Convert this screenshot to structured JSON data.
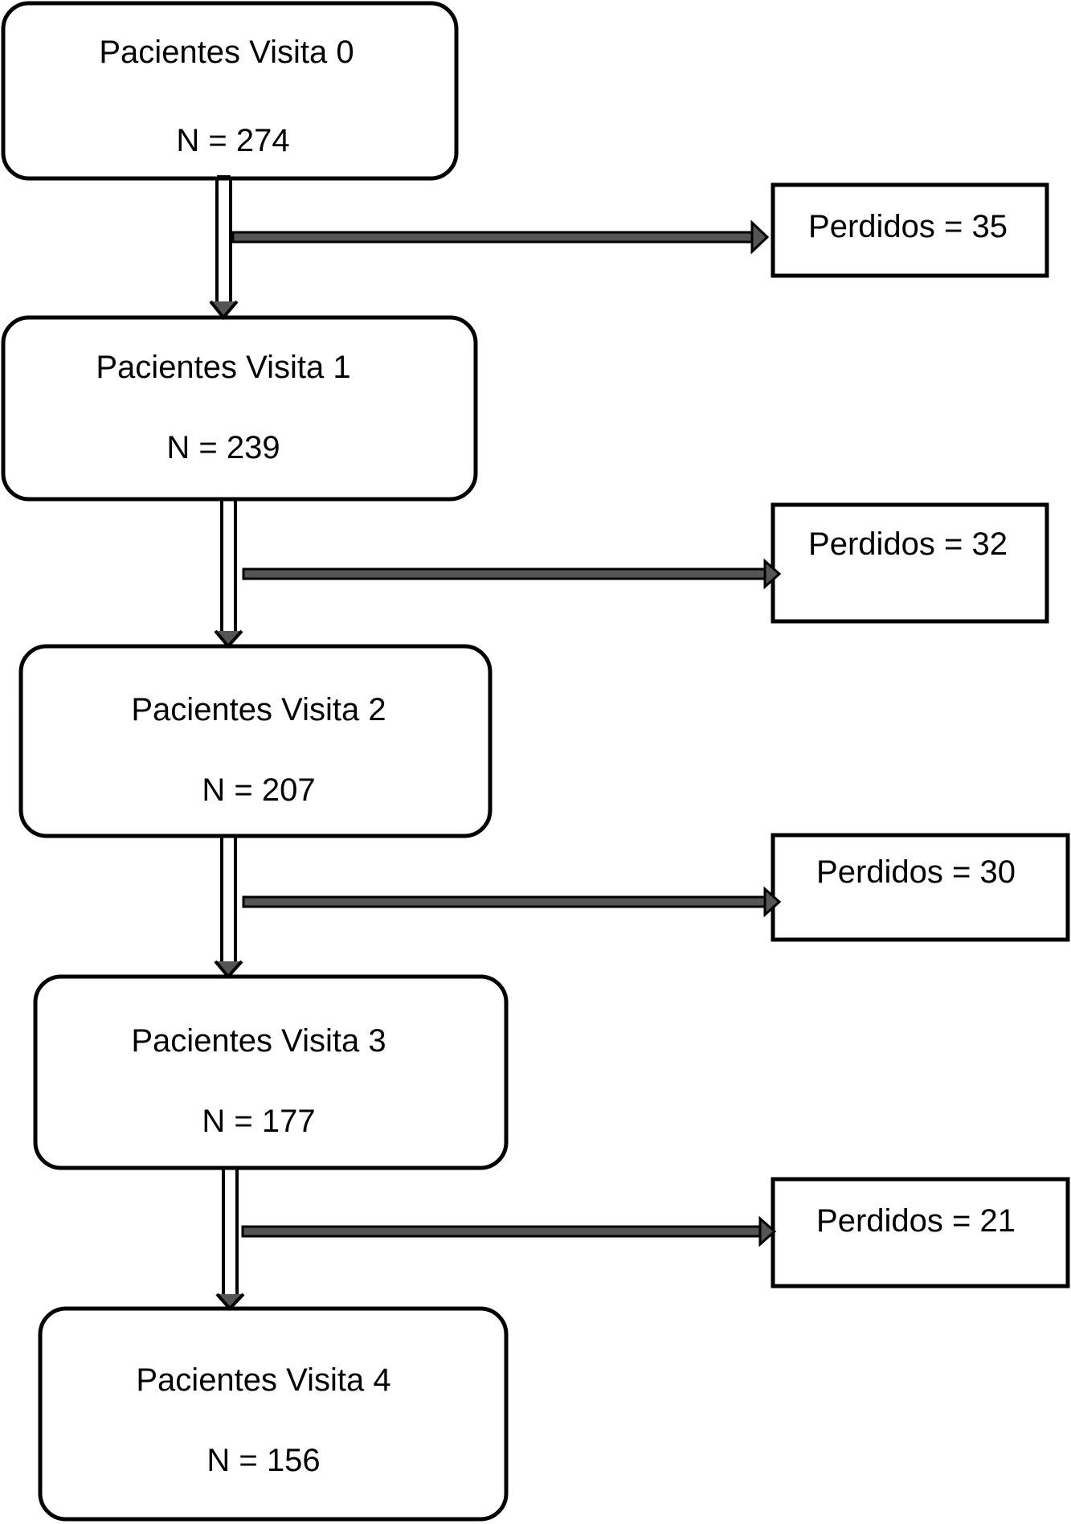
{
  "diagram": {
    "visits": [
      {
        "label": "Pacientes Visita 0",
        "n_text": "N = 274"
      },
      {
        "label": "Pacientes Visita 1",
        "n_text": "N = 239"
      },
      {
        "label": "Pacientes Visita 2",
        "n_text": "N = 207"
      },
      {
        "label": "Pacientes Visita 3",
        "n_text": "N = 177"
      },
      {
        "label": "Pacientes Visita 4",
        "n_text": "N = 156"
      }
    ],
    "losses": [
      {
        "label": "Perdidos = 35"
      },
      {
        "label": "Perdidos = 32"
      },
      {
        "label": "Perdidos = 30"
      },
      {
        "label": "Perdidos = 21"
      }
    ],
    "colors": {
      "stroke": "#000000",
      "arrow_fill": "#555555",
      "background": "#ffffff"
    }
  }
}
